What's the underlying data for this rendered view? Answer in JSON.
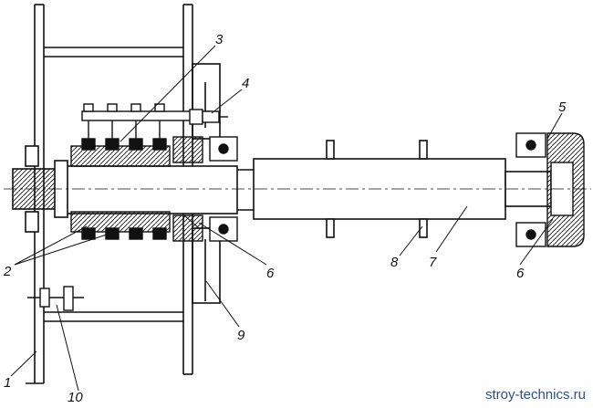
{
  "callouts": {
    "c1": "1",
    "c2": "2",
    "c3": "3",
    "c4": "4",
    "c5": "5",
    "c6a": "6",
    "c6b": "6",
    "c7": "7",
    "c8": "8",
    "c9": "9",
    "c10": "10"
  },
  "watermark": "stroy-technics.ru",
  "colors": {
    "ink": "#111111",
    "watermark": "#2a4f94",
    "background": "#ffffff"
  }
}
